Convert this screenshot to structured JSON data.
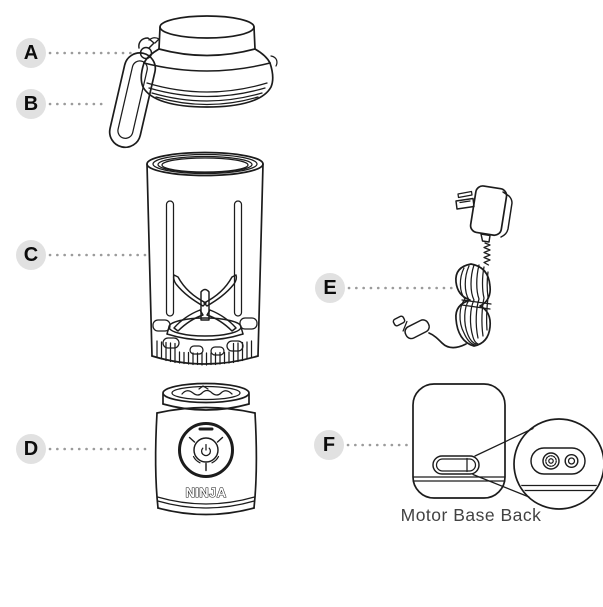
{
  "diagram": {
    "caption": "Motor Base Back",
    "brand_logo": "NINJA",
    "callouts": [
      {
        "letter": "A"
      },
      {
        "letter": "B"
      },
      {
        "letter": "C"
      },
      {
        "letter": "D"
      },
      {
        "letter": "E"
      },
      {
        "letter": "F"
      }
    ],
    "colors": {
      "background": "#ffffff",
      "line_art": "#1c1c1c",
      "badge_background": "#e1e1e1",
      "badge_letter": "#0c0c0c",
      "leader_dots": "#9b9b9b",
      "caption_text": "#424242"
    }
  }
}
